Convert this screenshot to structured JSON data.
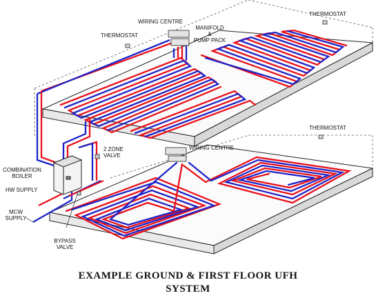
{
  "labels": {
    "wiring_centre_upper": "WIRING CENTRE",
    "thermostat_top_right": "THERMOSTAT",
    "thermostat_upper_left": "THERMOSTAT",
    "manifold_pump_pack": [
      "MANIFOLD",
      "&",
      "PUMP PACK"
    ],
    "thermostat_lower": "THERMOSTAT",
    "wiring_centre_lower": "WIRING CENTRE",
    "zone_valve": [
      "2 ZONE",
      "VALVE"
    ],
    "combination_boiler": [
      "COMBINATION",
      "BOILER"
    ],
    "hw_supply": "HW SUPPLY",
    "mcw_supply": [
      "MCW",
      "SUPPLY"
    ],
    "bypass_valve": [
      "BYPASS",
      "VALVE"
    ]
  },
  "title": [
    "EXAMPLE GROUND & FIRST FLOOR UFH",
    "SYSTEM"
  ],
  "colors": {
    "flow_pipe": "#e8101a",
    "return_pipe": "#1c22c8",
    "outline": "#222222",
    "dashed_outline": "#555555",
    "background": "#ffffff"
  },
  "icons": [
    "thermostat-icon",
    "manifold-icon",
    "boiler-icon",
    "valve-icon"
  ]
}
